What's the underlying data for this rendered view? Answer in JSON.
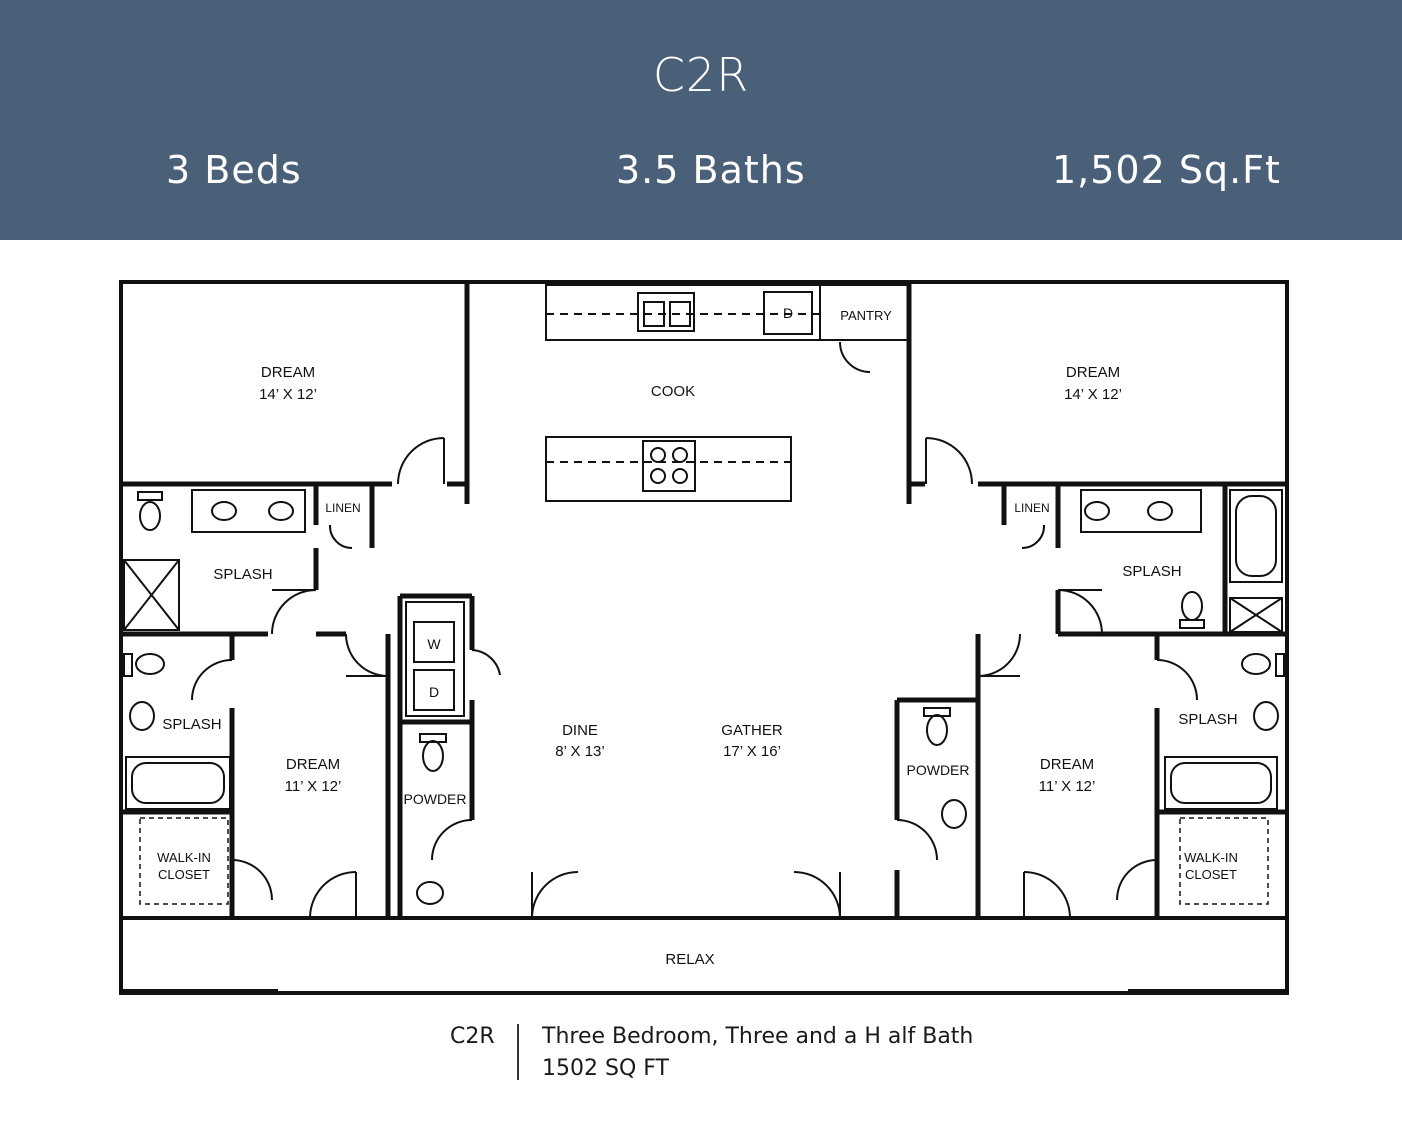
{
  "header": {
    "plan_name": "C2R",
    "beds": "3 Beds",
    "baths": "3.5 Baths",
    "area": "1,502 Sq.Ft"
  },
  "rooms": {
    "dream_top_left": {
      "name": "DREAM",
      "size": "14’ X 12’"
    },
    "dream_top_right": {
      "name": "DREAM",
      "size": "14’ X 12’"
    },
    "cook": {
      "name": "COOK"
    },
    "pantry": {
      "name": "PANTRY"
    },
    "linen_left": {
      "name": "LINEN"
    },
    "linen_right": {
      "name": "LINEN"
    },
    "splash_top_left": {
      "name": "SPLASH"
    },
    "splash_top_right": {
      "name": "SPLASH"
    },
    "splash_mid_left": {
      "name": "SPLASH"
    },
    "splash_mid_right": {
      "name": "SPLASH"
    },
    "dream_bottom_left": {
      "name": "DREAM",
      "size": "11’ X 12’"
    },
    "dream_bottom_right": {
      "name": "DREAM",
      "size": "11’ X 12’"
    },
    "dine": {
      "name": "DINE",
      "size": "8’ X 13’"
    },
    "gather": {
      "name": "GATHER",
      "size": "17’ X 16’"
    },
    "powder_left": {
      "name": "POWDER"
    },
    "powder_right": {
      "name": "POWDER"
    },
    "closet_left": {
      "line1": "WALK-IN",
      "line2": "CLOSET"
    },
    "closet_right": {
      "line1": "WALK-IN",
      "line2": "CLOSET"
    },
    "relax": {
      "name": "RELAX"
    },
    "washer": {
      "label": "W"
    },
    "dryer": {
      "label": "D"
    },
    "dishwasher": {
      "label": "D"
    }
  },
  "footer": {
    "code": "C2R",
    "description": "Three Bedroom, Three and a H alf Bath",
    "sqft": "1502 SQ FT"
  },
  "colors": {
    "header_bg": "#4a5f78",
    "header_text": "#ffffff",
    "walls": "#111111"
  }
}
